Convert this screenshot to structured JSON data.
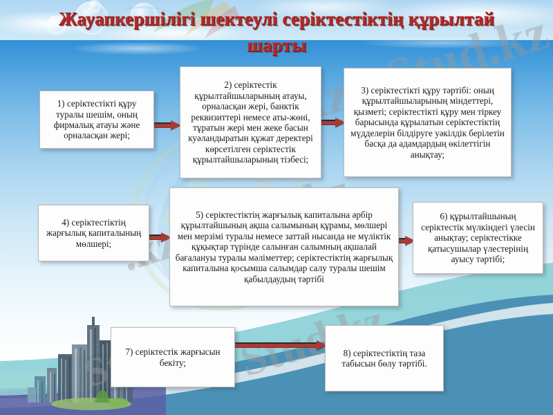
{
  "slide": {
    "title": "Жауапкершілігі шектеулі серіктестіктің құрылтай шарты",
    "title_color": "#b32b28",
    "background_accent": "#2f8ed6"
  },
  "boxes": [
    {
      "id": "box1",
      "number": "1)",
      "text": "1) серіктестікті құру туралы шешім, оның фирмалық атауы және орналасқан жері;"
    },
    {
      "id": "box2",
      "number": "2)",
      "text": "2) серіктестік құрылтайшыларының атауы, орналасқан жері, банктік реквизиттері немесе аты-жөні, тұратын жері мен жеке басын куәландыратын құжат деректері көрсетілген серіктестік құрылтайшыларының тізбесі;"
    },
    {
      "id": "box3",
      "number": "3)",
      "text": "3) серіктестікті құру тәртібі: оның құрылтайшыларының міндеттері, қызметі; серіктестікті құру мен тіркеу барысында құрылатын серіктестіктің мүдделерін білдіруге уәкілдік берілетін басқа да адамдардың өкілеттігін анықтау;"
    },
    {
      "id": "box4",
      "number": "4)",
      "text": "4) серіктестіктің жарғылық капиталының мөлшері;"
    },
    {
      "id": "box5",
      "number": "5)",
      "text": "5) серіктестіктің жарғылық капиталына әрбір құрылтайшының ақша салымының құрамы, мөлшері мен мерзімі туралы немесе заттай нысанда не мүліктік құқықтар түрінде салынған салымның ақшалай бағалануы туралы мәліметтер; серіктестіктің жарғылық капиталына қосымша салымдар салу туралы шешім қабылдаудың тәртібі"
    },
    {
      "id": "box6",
      "number": "6)",
      "text": "6) құрылтайшының серіктестік мүлкіндегі үлесін анықтау; серіктестікке қатысушылар үлестерінің ауысу тәртібі;"
    },
    {
      "id": "box7",
      "number": "7)",
      "text": "7) серіктестік жарғысын бекіту;"
    },
    {
      "id": "box8",
      "number": "8)",
      "text": "8) серіктестіктің таза табысын бөлу тәртібі."
    }
  ],
  "arrows": [
    {
      "id": "arrow1",
      "from": "box1",
      "to": "box2",
      "direction": "right"
    },
    {
      "id": "arrow2",
      "from": "box2",
      "to": "box3",
      "direction": "right"
    },
    {
      "id": "arrow3",
      "from": "box4",
      "to": "box5",
      "direction": "right"
    },
    {
      "id": "arrow4",
      "from": "box5",
      "to": "box6",
      "direction": "right"
    },
    {
      "id": "arrow5",
      "from": "box7",
      "to": "box8",
      "direction": "right"
    }
  ],
  "watermarks": {
    "w1": ".kz - Stud.kz",
    "w2": ".kz - Stud.kz",
    "w3": "Stud.kz",
    "w4": "Stud.kz"
  }
}
